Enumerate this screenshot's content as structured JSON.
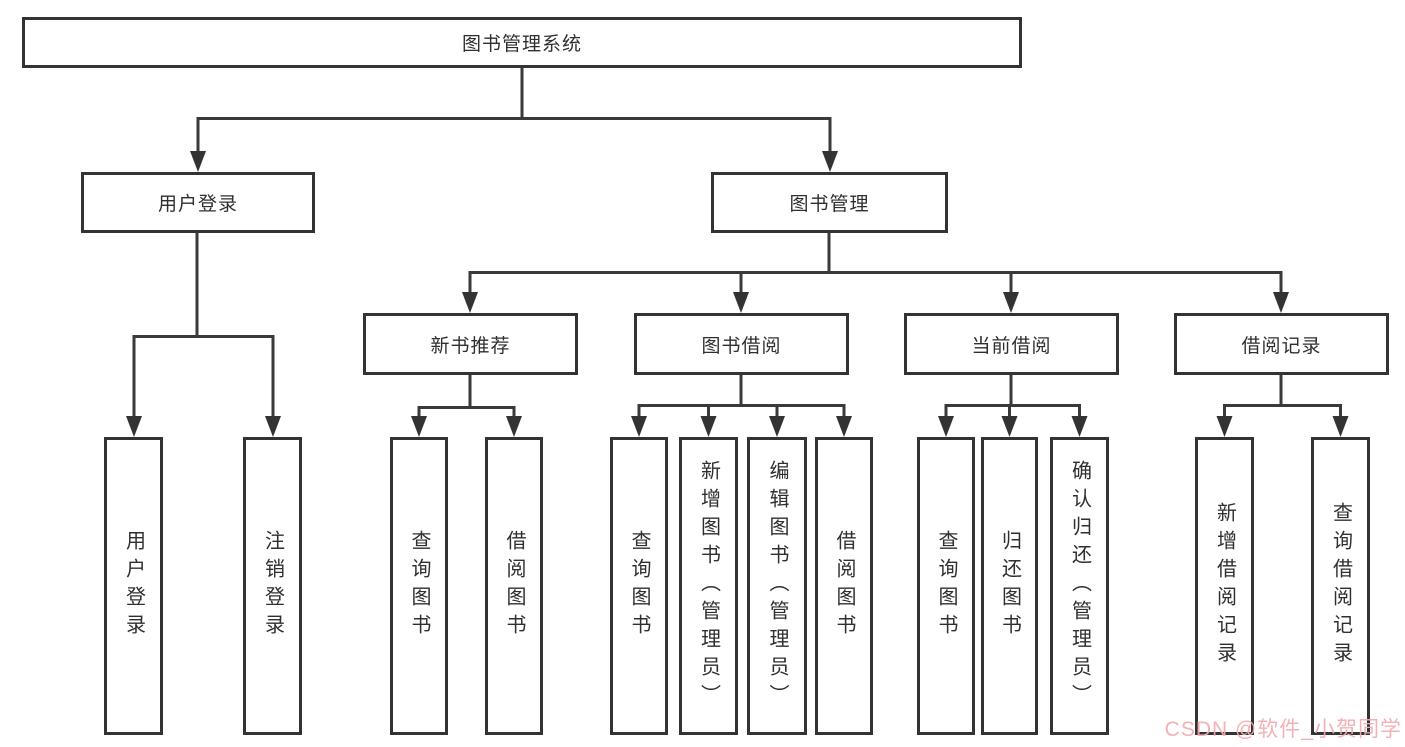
{
  "tree": {
    "root": {
      "label": "图书管理系统",
      "children": [
        {
          "label": "用户登录",
          "children": [
            {
              "label": "用户登录"
            },
            {
              "label": "注销登录"
            }
          ]
        },
        {
          "label": "图书管理",
          "children": [
            {
              "label": "新书推荐",
              "children": [
                {
                  "label": "查询图书"
                },
                {
                  "label": "借阅图书"
                }
              ]
            },
            {
              "label": "图书借阅",
              "children": [
                {
                  "label": "查询图书"
                },
                {
                  "label": "新增图书（管理员）"
                },
                {
                  "label": "编辑图书（管理员）"
                },
                {
                  "label": "借阅图书"
                }
              ]
            },
            {
              "label": "当前借阅",
              "children": [
                {
                  "label": "查询图书"
                },
                {
                  "label": "归还图书"
                },
                {
                  "label": "确认归还（管理员）"
                }
              ]
            },
            {
              "label": "借阅记录",
              "children": [
                {
                  "label": "新增借阅记录"
                },
                {
                  "label": "查询借阅记录"
                }
              ]
            }
          ]
        }
      ]
    }
  },
  "watermark": {
    "text": "CSDN @软件_小贺同学"
  },
  "colors": {
    "line": "#3a3a3a",
    "box_border": "#333333",
    "text": "#2f2f2f",
    "watermark": "#f2abb0",
    "background": "#ffffff"
  }
}
